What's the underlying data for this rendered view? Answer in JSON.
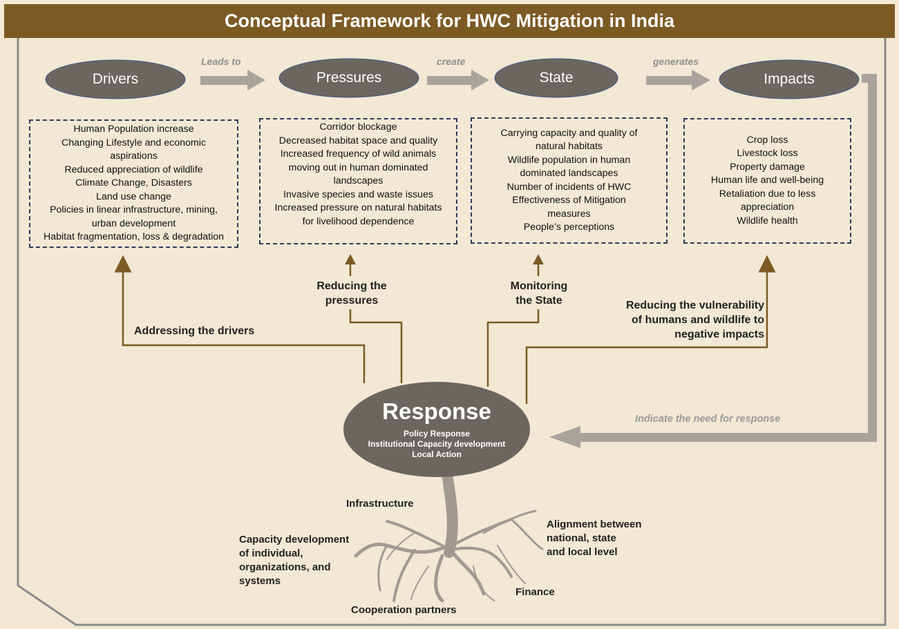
{
  "title": "Conceptual Framework for HWC Mitigation in India",
  "stages": [
    {
      "label": "Drivers"
    },
    {
      "label": "Pressures"
    },
    {
      "label": "State"
    },
    {
      "label": "Impacts"
    }
  ],
  "connectors": [
    "Leads to",
    "create",
    "generates"
  ],
  "boxes": {
    "drivers": [
      "Human Population increase",
      "Changing Lifestyle and economic",
      "aspirations",
      "Reduced appreciation of wildlife",
      "Climate Change, Disasters",
      "Land use change",
      "Policies in linear infrastructure, mining,",
      "urban development",
      "Habitat fragmentation, loss & degradation"
    ],
    "pressures": [
      "Corridor blockage",
      "Decreased habitat space and quality",
      "Increased frequency of wild animals",
      "moving out in human dominated",
      "landscapes",
      "Invasive species and waste issues",
      "Increased pressure on natural habitats",
      "for livelihood dependence"
    ],
    "state": [
      "Carrying capacity and quality of",
      "natural habitats",
      "Wildlife population in human",
      "dominated landscapes",
      "Number of incidents of HWC",
      "Effectiveness of Mitigation",
      "measures",
      "People’s perceptions"
    ],
    "impacts": [
      "Crop loss",
      "Livestock loss",
      "Property damage",
      "Human life and well-being",
      "Retaliation due to less",
      "appreciation",
      "Wildlife health"
    ]
  },
  "response_actions": {
    "drivers": "Addressing the drivers",
    "pressures_1": "Reducing the",
    "pressures_2": "pressures",
    "state_1": "Monitoring",
    "state_2": "the State",
    "impacts_1": "Reducing the vulnerability",
    "impacts_2": "of humans and wildlife to",
    "impacts_3": "negative impacts"
  },
  "feedback_label": "Indicate the need for response",
  "response": {
    "title": "Response",
    "lines": [
      "Policy Response",
      "Institutional Capacity development",
      "Local Action"
    ]
  },
  "roots": {
    "infrastructure": "Infrastructure",
    "capacity": [
      "Capacity development",
      "of individual,",
      "organizations, and",
      "systems"
    ],
    "alignment": [
      "Alignment between",
      "national, state",
      "and local level"
    ],
    "finance": "Finance",
    "cooperation": "Cooperation partners"
  },
  "colors": {
    "background": "#f2e8d3",
    "title_bar": "#7b5a24",
    "ellipse": "#6b665f",
    "arrow_gray": "#a8a49d",
    "brown_line": "#7b5a24",
    "box_border": "#2b3a58",
    "tree": "#a19a91"
  }
}
